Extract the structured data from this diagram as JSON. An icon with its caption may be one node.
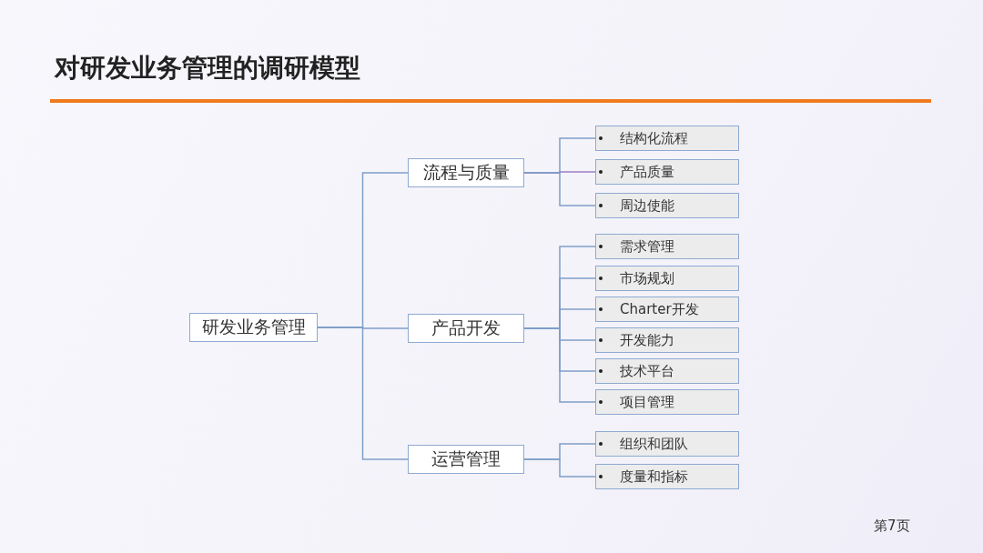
{
  "diagram": {
    "title": "对研发业务管理的调研模型",
    "nodes": [
      {
        "text": [
          "研发业务管理"
        ]
      },
      {
        "text": [
          "流程与质量"
        ]
      },
      {
        "text": [
          "产品开发"
        ]
      },
      {
        "text": [
          "运营管理"
        ]
      },
      {
        "text": [
          "结构化流程"
        ]
      },
      {
        "text": [
          "产品质量"
        ]
      },
      {
        "text": [
          "周边使能"
        ]
      },
      {
        "text": [
          "需求管理"
        ]
      },
      {
        "text": [
          "市场规划"
        ]
      },
      {
        "text": [
          "Charter开发"
        ]
      },
      {
        "text": [
          "开发能力"
        ]
      },
      {
        "text": [
          "技术平台"
        ]
      },
      {
        "text": [
          "项目管理"
        ]
      },
      {
        "text": [
          "组织和团队"
        ]
      },
      {
        "text": [
          "度量和指标"
        ]
      }
    ],
    "edges": [
      {
        "from": 0,
        "to": 1,
        "arrow": "none"
      },
      {
        "from": 0,
        "to": 2,
        "arrow": "none"
      },
      {
        "from": 0,
        "to": 3,
        "arrow": "none"
      },
      {
        "from": 1,
        "to": 4,
        "arrow": "none"
      },
      {
        "from": 1,
        "to": 5,
        "arrow": "none",
        "color": "#9b7fc4"
      },
      {
        "from": 1,
        "to": 6,
        "arrow": "none"
      },
      {
        "from": 2,
        "to": 7,
        "arrow": "none"
      },
      {
        "from": 2,
        "to": 8,
        "arrow": "none"
      },
      {
        "from": 2,
        "to": 9,
        "arrow": "none"
      },
      {
        "from": 2,
        "to": 10,
        "arrow": "none"
      },
      {
        "from": 2,
        "to": 11,
        "arrow": "none"
      },
      {
        "from": 2,
        "to": 12,
        "arrow": "none"
      },
      {
        "from": 3,
        "to": 13,
        "arrow": "none"
      },
      {
        "from": 3,
        "to": 14,
        "arrow": "none"
      }
    ],
    "labels": [
      "第7页"
    ]
  }
}
